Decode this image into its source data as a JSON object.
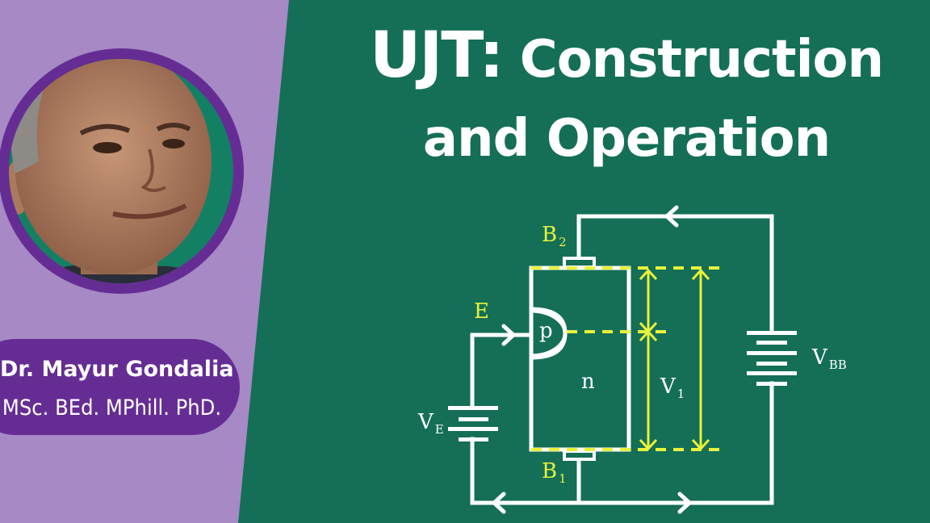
{
  "title": {
    "line1_prefix": "UJT:",
    "line1_rest": " Construction",
    "line2": "and Operation"
  },
  "presenter": {
    "name": "Dr. Mayur Gondalia",
    "qualifications": "MSc. BEd. MPhill. PhD.",
    "portrait": "portrait-photo"
  },
  "diagram": {
    "labels": {
      "b2": "B",
      "b2_sub": "2",
      "b1": "B",
      "b1_sub": "1",
      "emitter": "E",
      "p_region": "p",
      "n_region": "n",
      "v1": "V",
      "v1_sub": "1",
      "vbb": "V",
      "vbb_sub": "BB",
      "ve": "V",
      "ve_sub": "E"
    }
  },
  "colors": {
    "green_background": "#146f56",
    "purple_panel": "#a689c5",
    "purple_dark": "#652d94",
    "wire_white": "#ffffff",
    "label_yellow": "#e9f23a"
  }
}
